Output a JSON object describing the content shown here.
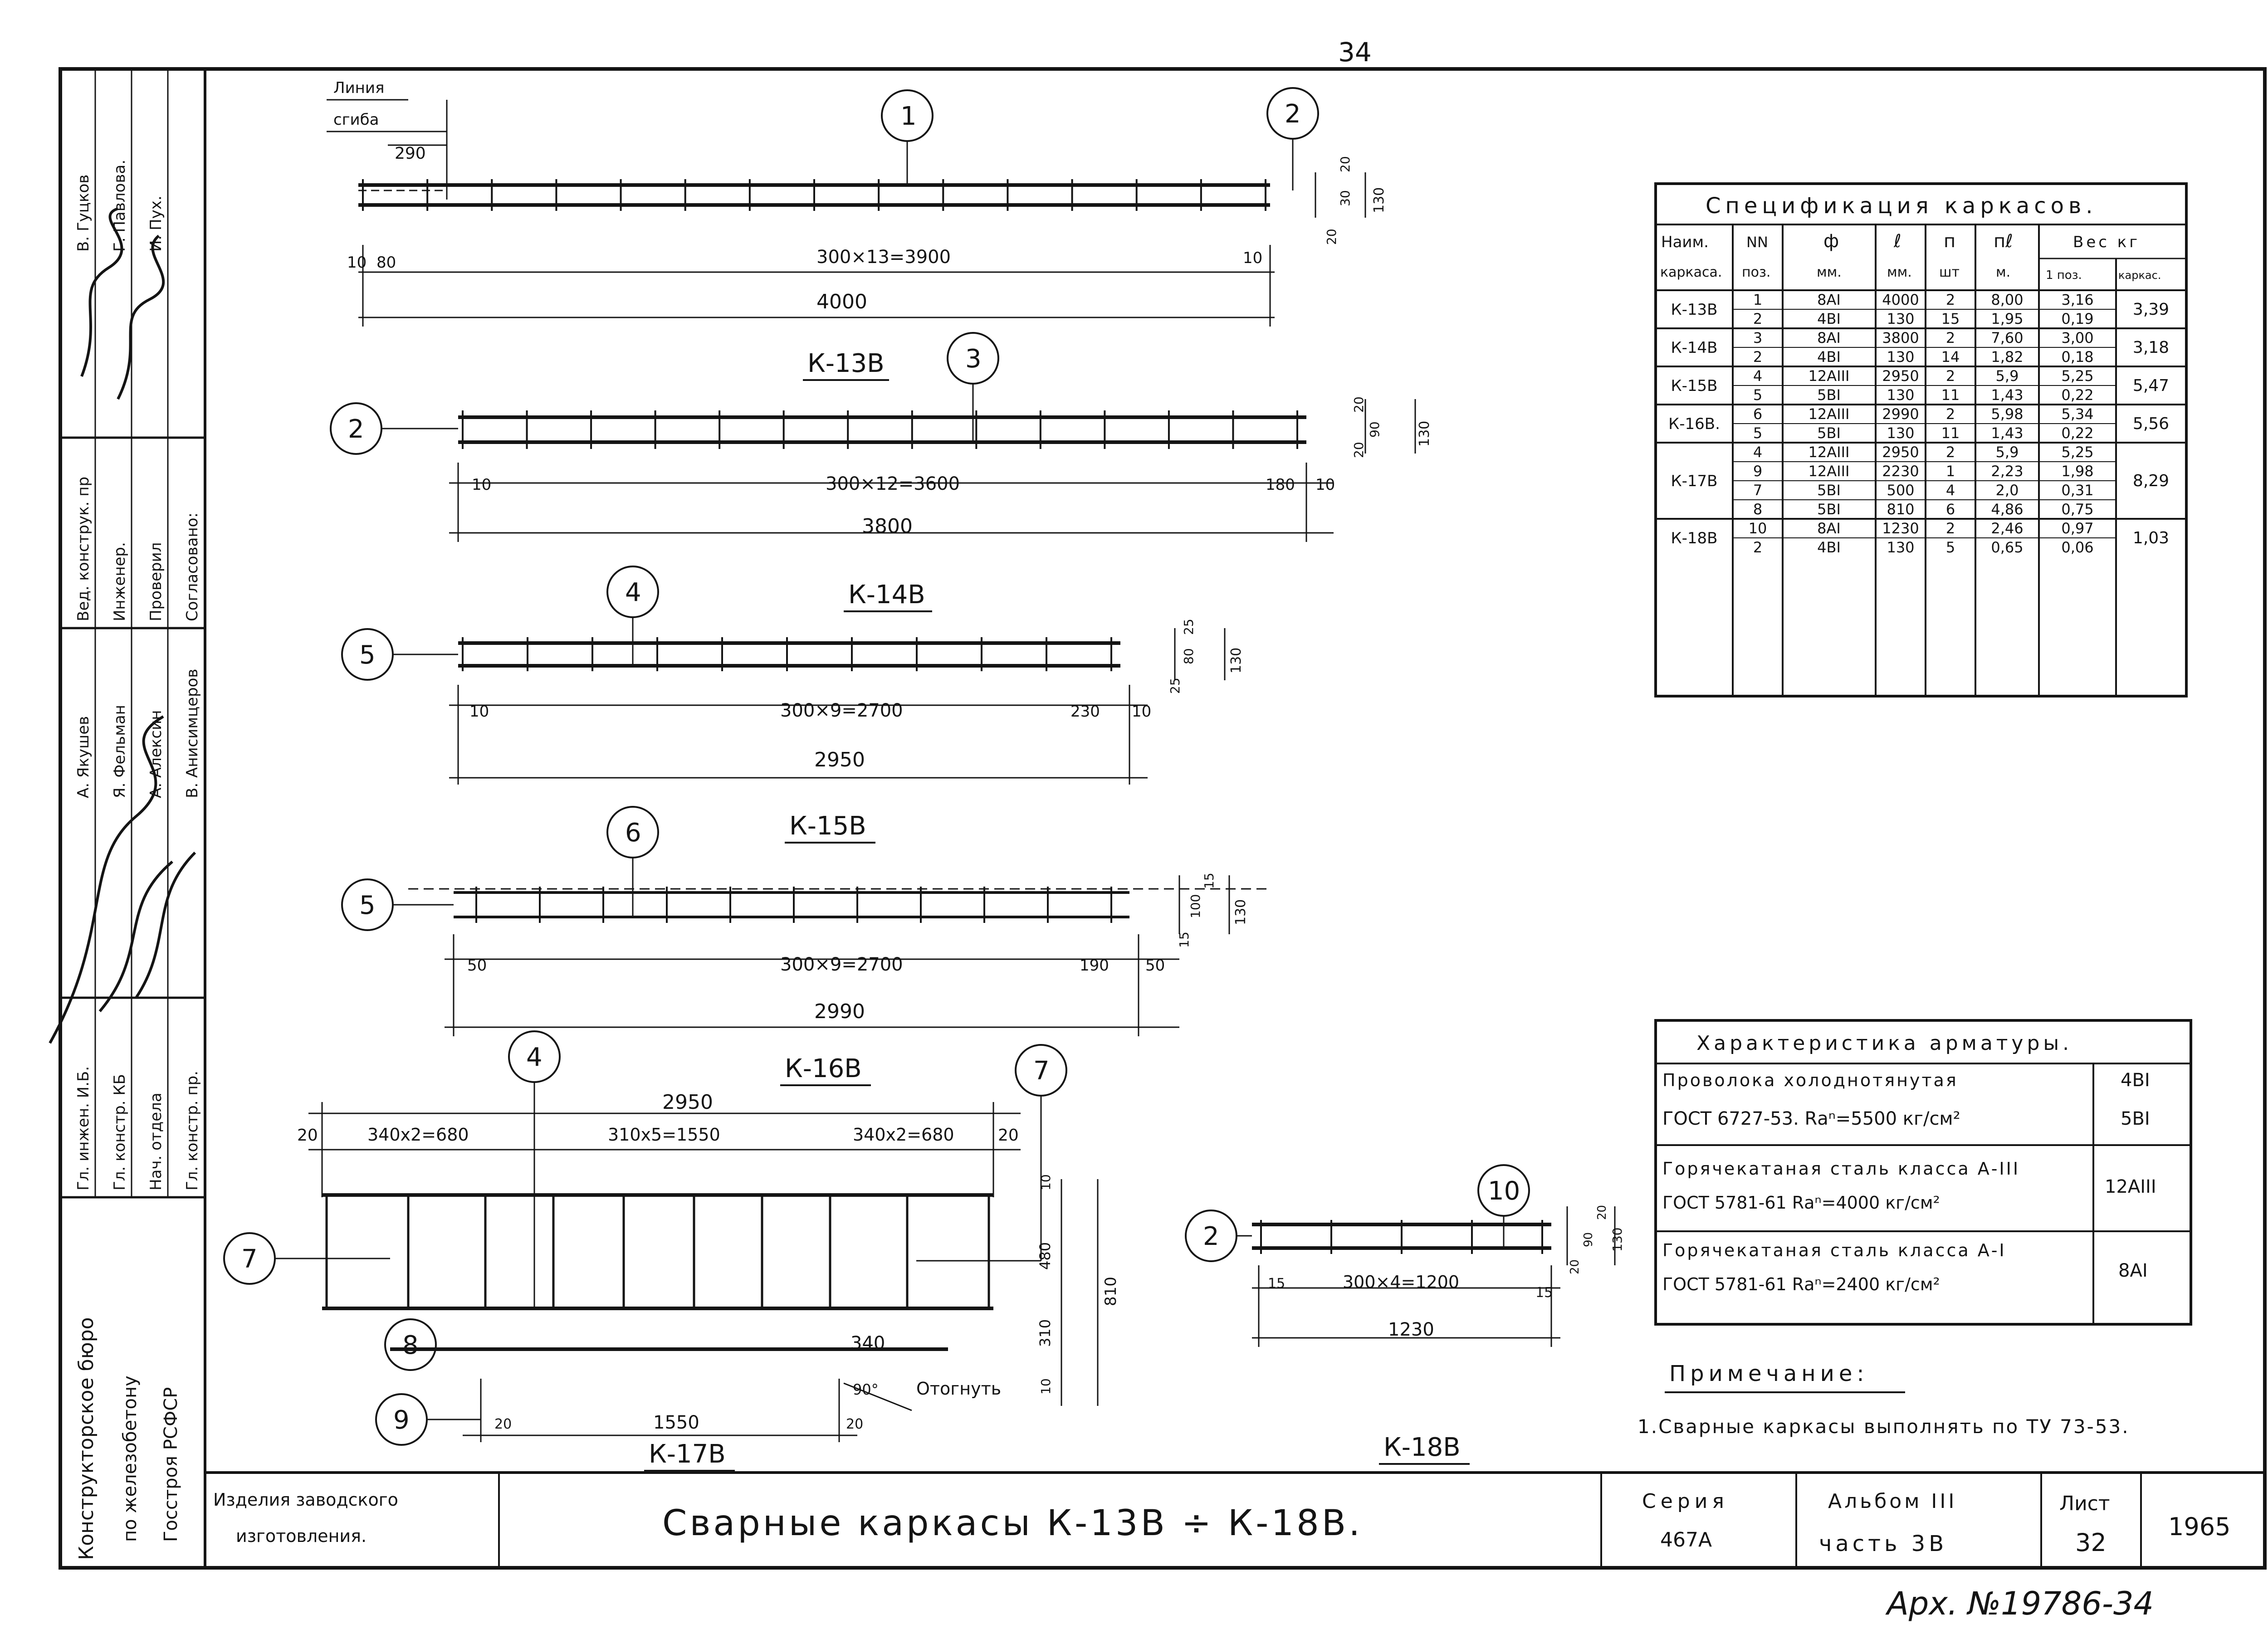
{
  "page_number": "34",
  "archive_number": "Арх. №19786-34",
  "bend_line_label": {
    "line1": "Линия",
    "line2": "сгиба"
  },
  "frames": [
    {
      "name": "К-13В",
      "pos_top": "1",
      "pos_end": "2",
      "dim_left": "290",
      "dim_end": "10",
      "dim_end_left": "80",
      "dim_span": "300×13=3900",
      "dim_total": "4000",
      "dim_right": "10",
      "h_dims": [
        "20",
        "30",
        "20"
      ],
      "h_total": "130"
    },
    {
      "name": "К-14В",
      "pos_top": "3",
      "pos_end": "2",
      "dim_left": "10",
      "dim_span": "300×12=3600",
      "dim_right": "180",
      "dim_right2": "10",
      "dim_total": "3800",
      "h_dims": [
        "20",
        "90",
        "20"
      ],
      "h_total": "130"
    },
    {
      "name": "К-15В",
      "pos_top": "4",
      "pos_end": "5",
      "dim_left": "10",
      "dim_span": "300×9=2700",
      "dim_right": "230",
      "dim_right2": "10",
      "dim_total": "2950",
      "h_dims": [
        "25",
        "80",
        "25"
      ],
      "h_total": "130"
    },
    {
      "name": "К-16В",
      "pos_top": "6",
      "pos_end": "5",
      "dim_left": "50",
      "dim_span": "300×9=2700",
      "dim_right": "190",
      "dim_right2": "50",
      "dim_total": "2990",
      "h_dims": [
        "15",
        "100",
        "15"
      ],
      "h_total": "130"
    },
    {
      "name": "К-17В",
      "pos_top_left": "4",
      "pos_top_right": "7",
      "pos_left": "7",
      "pos_8": "8",
      "pos_9": "9",
      "dim_total": "2950",
      "dim_l": "20",
      "dim_a": "340х2=680",
      "dim_b": "310х5=1550",
      "dim_c": "340х2=680",
      "dim_r": "20",
      "v_dims": [
        "10",
        "480",
        "310",
        "10"
      ],
      "v_total": "810",
      "dim_340": "340",
      "dim_1550": "1550",
      "dim_20a": "20",
      "dim_20b": "20",
      "angle": "90°",
      "bend_note": "Отогнуть"
    },
    {
      "name": "К-18В",
      "pos_left": "2",
      "pos_top": "10",
      "dim_left": "15",
      "dim_span": "300×4=1200",
      "dim_right": "15",
      "dim_total": "1230",
      "h_dims": [
        "20",
        "90",
        "20"
      ],
      "h_total": "130"
    }
  ],
  "spec_table": {
    "title": "Спецификация каркасов.",
    "headers": {
      "name_1": "Наим.",
      "name_2": "каркаса.",
      "pos_1": "NN",
      "pos_2": "поз.",
      "dia_1": "ф",
      "dia_2": "мм.",
      "len_1": "ℓ",
      "len_2": "мм.",
      "qty_1": "п",
      "qty_2": "шт",
      "tlen_1": "пℓ",
      "tlen_2": "м.",
      "weight": "Вес кг",
      "w_pos": "1 поз.",
      "w_frame": "каркас."
    },
    "groups": [
      {
        "frame": "К-13В",
        "total": "3,39",
        "rows": [
          [
            "1",
            "8АI",
            "4000",
            "2",
            "8,00",
            "3,16"
          ],
          [
            "2",
            "4ВI",
            "130",
            "15",
            "1,95",
            "0,19"
          ]
        ]
      },
      {
        "frame": "К-14В",
        "total": "3,18",
        "rows": [
          [
            "3",
            "8АI",
            "3800",
            "2",
            "7,60",
            "3,00"
          ],
          [
            "2",
            "4ВI",
            "130",
            "14",
            "1,82",
            "0,18"
          ]
        ]
      },
      {
        "frame": "К-15В",
        "total": "5,47",
        "rows": [
          [
            "4",
            "12АIII",
            "2950",
            "2",
            "5,9",
            "5,25"
          ],
          [
            "5",
            "5ВI",
            "130",
            "11",
            "1,43",
            "0,22"
          ]
        ]
      },
      {
        "frame": "К-16В.",
        "total": "5,56",
        "rows": [
          [
            "6",
            "12АIII",
            "2990",
            "2",
            "5,98",
            "5,34"
          ],
          [
            "5",
            "5ВI",
            "130",
            "11",
            "1,43",
            "0,22"
          ]
        ]
      },
      {
        "frame": "К-17В",
        "total": "8,29",
        "rows": [
          [
            "4",
            "12АIII",
            "2950",
            "2",
            "5,9",
            "5,25"
          ],
          [
            "9",
            "12АIII",
            "2230",
            "1",
            "2,23",
            "1,98"
          ],
          [
            "7",
            "5ВI",
            "500",
            "4",
            "2,0",
            "0,31"
          ],
          [
            "8",
            "5ВI",
            "810",
            "6",
            "4,86",
            "0,75"
          ]
        ]
      },
      {
        "frame": "К-18В",
        "total": "1,03",
        "rows": [
          [
            "10",
            "8АI",
            "1230",
            "2",
            "2,46",
            "0,97"
          ],
          [
            "2",
            "4ВI",
            "130",
            "5",
            "0,65",
            "0,06"
          ]
        ]
      }
    ]
  },
  "char_table": {
    "title": "Характеристика арматуры.",
    "rows": [
      {
        "line1": "Проволока холоднотянутая",
        "line2": "ГОСТ 6727-53.  Rаⁿ=5500 кг/см²",
        "mark": "4ВI",
        "mark2": "5ВI"
      },
      {
        "line1": "Горячекатаная  сталь класса А-III",
        "line2": "ГОСТ 5781-61  Rаⁿ=4000 кг/см²",
        "mark": "12АIII",
        "mark2": ""
      },
      {
        "line1": "Горячекатаная  сталь класса А-I",
        "line2": "ГОСТ 5781-61  Rаⁿ=2400 кг/см²",
        "mark": "8АI",
        "mark2": ""
      }
    ]
  },
  "note": {
    "title": "Примечание:",
    "text": "1.Сварные каркасы выполнять по ТУ 73-53."
  },
  "title_block": {
    "org_1": "Конструкторское бюро",
    "org_2": "по железобетону",
    "org_3": "Госстроя РСФСР",
    "products_1": "Изделия заводского",
    "products_2": "изготовления.",
    "drawing_title": "Сварные каркасы К-13В ÷ К-18В.",
    "series_label": "Серия",
    "series": "467А",
    "album_label": "Альбом III",
    "album_part": "часть 3В",
    "sheet_label": "Лист",
    "sheet": "32",
    "year": "1965"
  },
  "signatures": {
    "top_roles": [
      "Вед. конструк. пр",
      "Инженер.",
      "Проверил",
      "Согласовано:"
    ],
    "top_names": [
      "В. Гуцков",
      "Г. Павлова.",
      "И. Пух."
    ],
    "bottom_roles": [
      "Гл. инжен. И.Б.",
      "Гл. констр. КБ",
      "Нач. отдела",
      "Гл. констр. пр."
    ],
    "bottom_names": [
      "А. Якушев",
      "Я. Фельман",
      "А. Алексин",
      "В. Анисимцеров"
    ]
  }
}
